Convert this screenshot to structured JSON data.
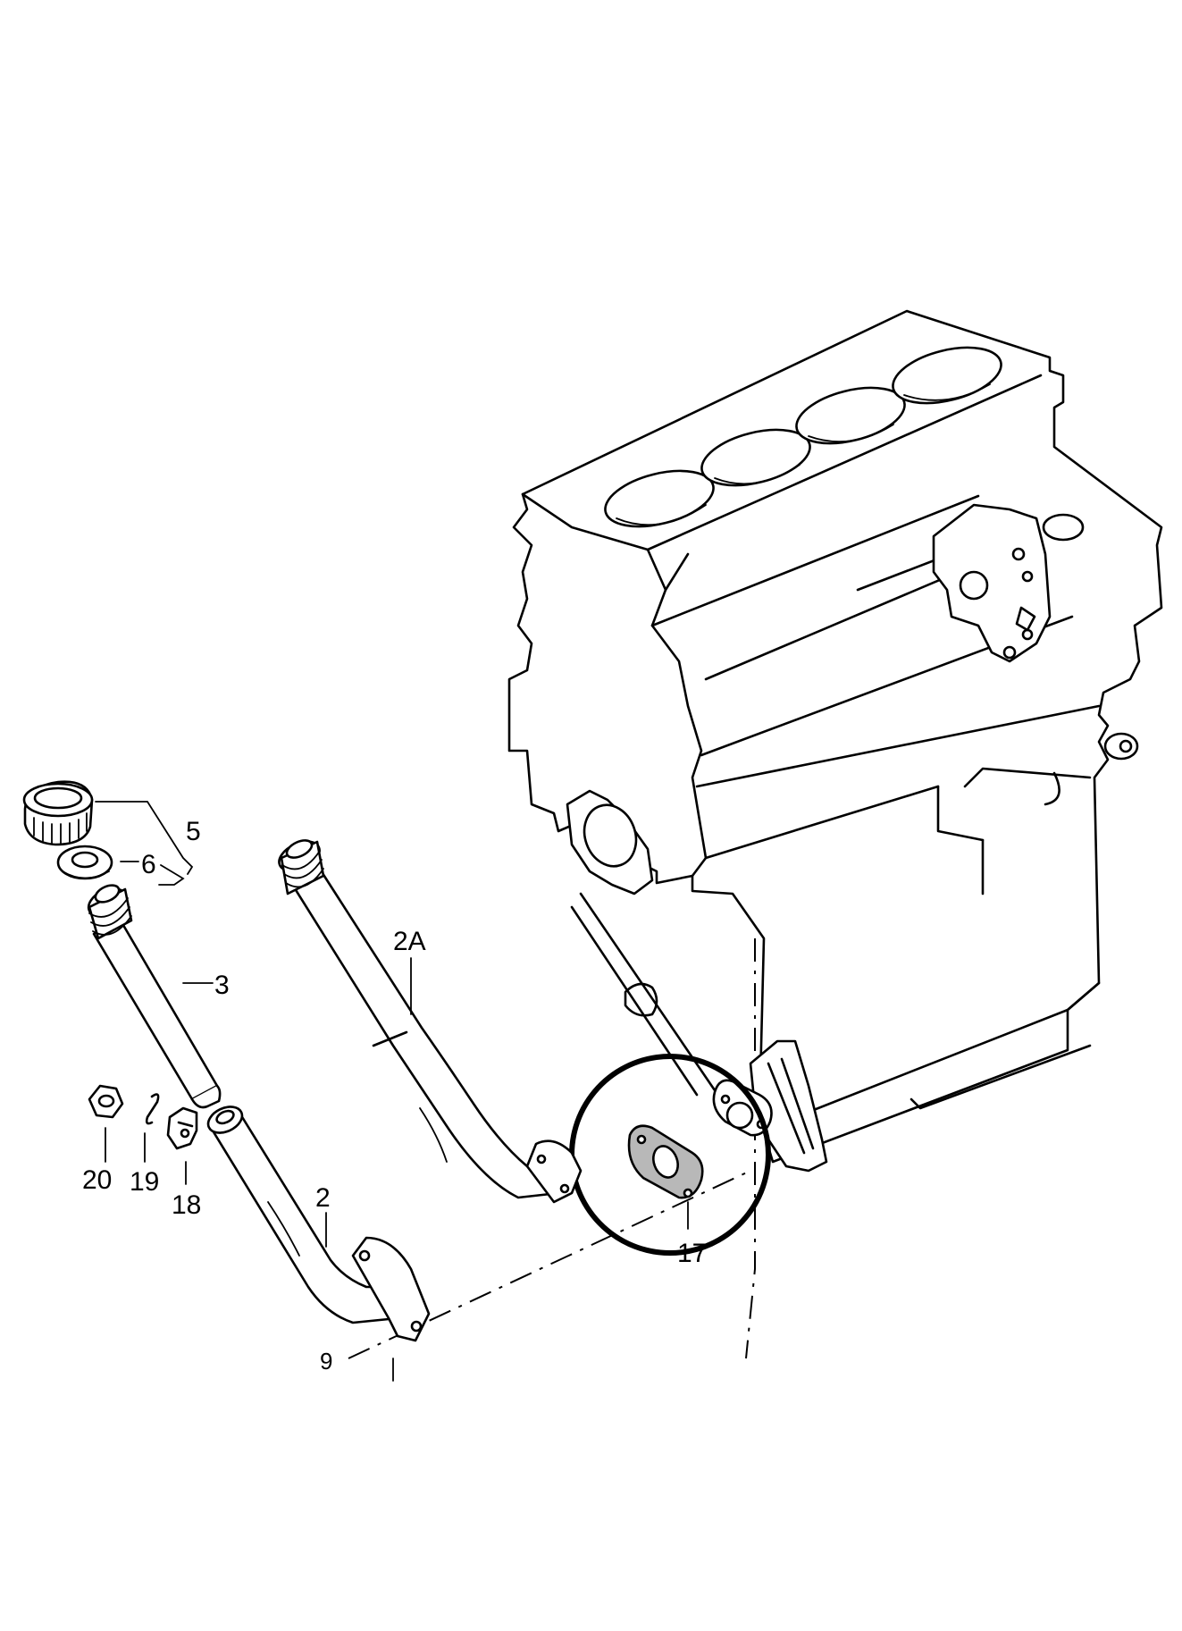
{
  "diagram": {
    "callouts": {
      "part_5": "5",
      "part_6": "6",
      "part_3": "3",
      "part_2a": "2A",
      "part_2": "2",
      "part_17": "17",
      "part_18": "18",
      "part_19": "19",
      "part_20": "20",
      "part_9": "9"
    },
    "highlight_target": "17",
    "colors": {
      "line": "#000000",
      "background": "#ffffff",
      "gasket_fill": "#b8b8b8"
    }
  }
}
